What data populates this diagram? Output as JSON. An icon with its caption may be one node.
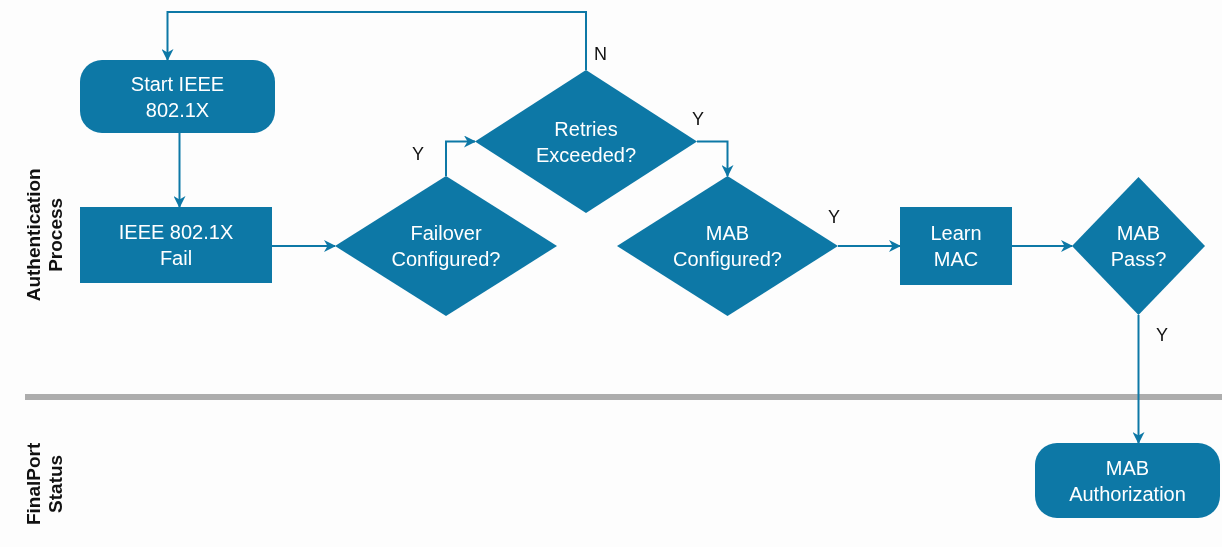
{
  "diagram": {
    "nodes": [
      {
        "text": [
          "Start IEEE 802.1X"
        ]
      },
      {
        "text": [
          "IEEE 802.1X Fail"
        ]
      },
      {
        "text": [
          "Failover Configured?"
        ]
      },
      {
        "text": [
          "Retries Exceeded?"
        ]
      },
      {
        "text": [
          "MAB Configured?"
        ]
      },
      {
        "text": [
          "Learn MAC"
        ]
      },
      {
        "text": [
          "MAB Pass?"
        ]
      },
      {
        "text": [
          "MAB Authorization"
        ]
      }
    ],
    "edges": [
      {
        "from": 0,
        "to": 1,
        "arrow": "to"
      },
      {
        "from": 1,
        "to": 2,
        "arrow": "to"
      },
      {
        "from": 2,
        "to": 3,
        "arrow": "to",
        "label": "Y"
      },
      {
        "from": 3,
        "to": 0,
        "arrow": "to",
        "label": "N"
      },
      {
        "from": 3,
        "to": 4,
        "arrow": "to",
        "label": "Y"
      },
      {
        "from": 4,
        "to": 5,
        "arrow": "to",
        "label": "Y"
      },
      {
        "from": 5,
        "to": 6,
        "arrow": "to"
      },
      {
        "from": 6,
        "to": 7,
        "arrow": "to",
        "label": "Y"
      }
    ],
    "labels": [
      "Authentication Process",
      "FinalPort Status"
    ]
  }
}
